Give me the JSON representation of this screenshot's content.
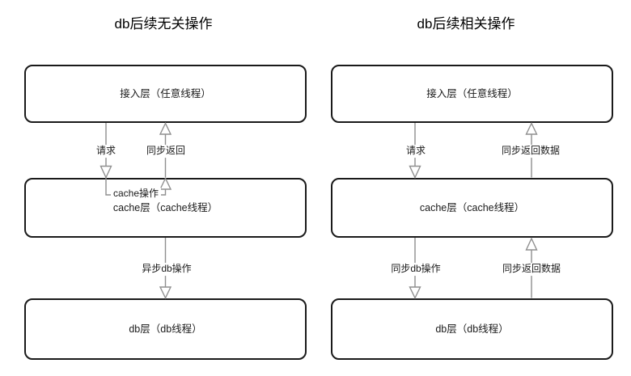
{
  "colors": {
    "background": "#ffffff",
    "box_border": "#1a1a1a",
    "box_fill": "#ffffff",
    "connector": "#8f8f8f",
    "text": "#1a1a1a"
  },
  "left_diagram": {
    "title": "db后续无关操作",
    "access_box": "接入层（任意线程）",
    "cache_box": "cache层（cache线程）",
    "db_box": "db层（db线程）",
    "request_label": "请求",
    "sync_return_label": "同步返回",
    "cache_op_label": "cache操作",
    "async_db_label": "异步db操作"
  },
  "right_diagram": {
    "title": "db后续相关操作",
    "access_box": "接入层（任意线程）",
    "cache_box": "cache层（cache线程）",
    "db_box": "db层（db线程）",
    "request_label": "请求",
    "sync_return_data_top_label": "同步返回数据",
    "sync_db_label": "同步db操作",
    "sync_return_data_bottom_label": "同步返回数据"
  }
}
